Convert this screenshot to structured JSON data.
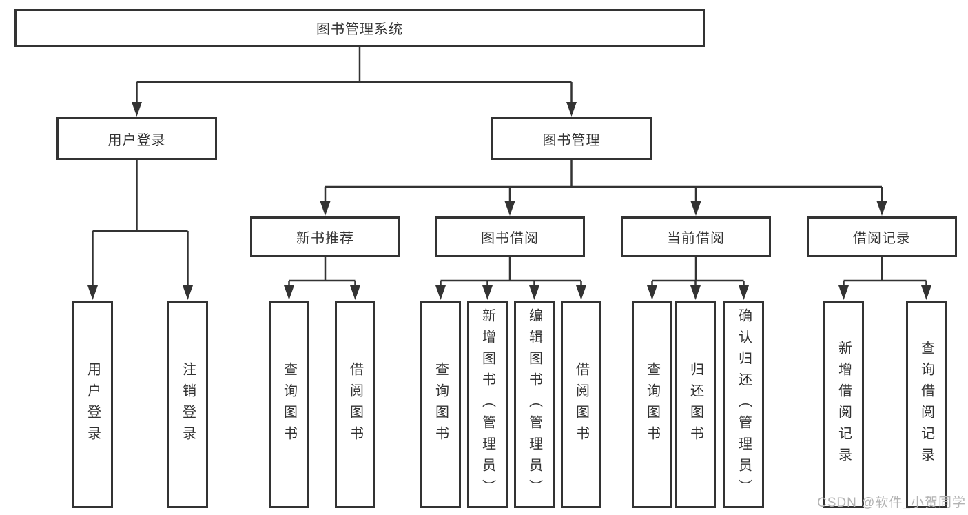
{
  "tree": {
    "root": {
      "label": "图书管理系统",
      "children": [
        {
          "label": "用户登录",
          "children": [
            {
              "label": "用户登录"
            },
            {
              "label": "注销登录"
            }
          ]
        },
        {
          "label": "图书管理",
          "children": [
            {
              "label": "新书推荐",
              "children": [
                {
                  "label": "查询图书"
                },
                {
                  "label": "借阅图书"
                }
              ]
            },
            {
              "label": "图书借阅",
              "children": [
                {
                  "label": "查询图书"
                },
                {
                  "label": "新增图书（管理员）"
                },
                {
                  "label": "编辑图书（管理员）"
                },
                {
                  "label": "借阅图书"
                }
              ]
            },
            {
              "label": "当前借阅",
              "children": [
                {
                  "label": "查询图书"
                },
                {
                  "label": "归还图书"
                },
                {
                  "label": "确认归还（管理员）"
                }
              ]
            },
            {
              "label": "借阅记录",
              "children": [
                {
                  "label": "新增借阅记录"
                },
                {
                  "label": "查询借阅记录"
                }
              ]
            }
          ]
        }
      ]
    }
  },
  "watermark": {
    "text": "CSDN @软件_小贺同学"
  },
  "colors": {
    "line": "#333333",
    "border": "#333333",
    "text": "#333333",
    "watermark": "#b3b3b3",
    "background": "#ffffff"
  }
}
